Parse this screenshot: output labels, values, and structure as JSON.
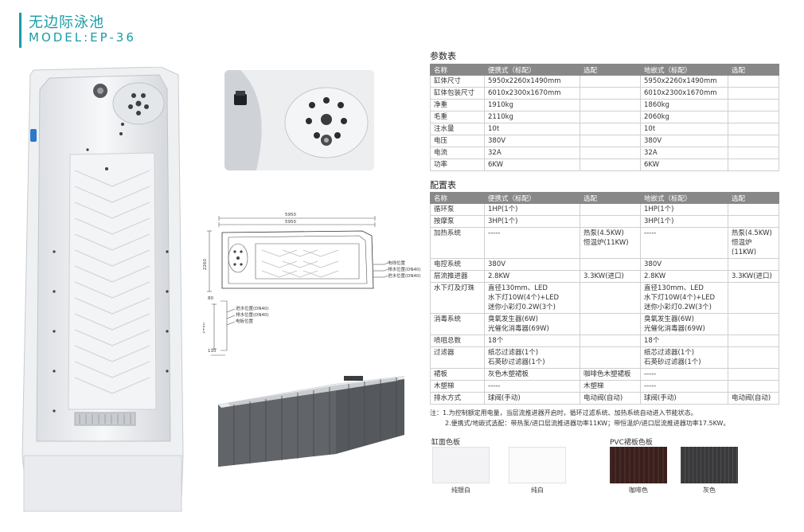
{
  "header": {
    "title": "无边际泳池",
    "model": "MODEL:EP-36"
  },
  "drawing": {
    "dim_length_a": "5950",
    "dim_length_b": "5950",
    "dim_width": "2260",
    "label_power": "电线位置",
    "label_drain_1": "排水位置(DN40)",
    "label_inlet_1": "进水位置(DN40)",
    "dim_top_small": "80",
    "label_inlet_2": "进水位置(DN40)",
    "label_drain_2": "排水位置(DN40)",
    "label_panel": "电板位置",
    "dim_height": "1490",
    "dim_bottom": "110"
  },
  "params": {
    "title": "参数表",
    "headers": [
      "名称",
      "便携式（标配）",
      "选配",
      "地嵌式（标配）",
      "选配"
    ],
    "rows": [
      [
        "缸体尺寸",
        "5950x2260x1490mm",
        "",
        "5950x2260x1490mm",
        ""
      ],
      [
        "缸体包装尺寸",
        "6010x2300x1670mm",
        "",
        "6010x2300x1670mm",
        ""
      ],
      [
        "净重",
        "1910kg",
        "",
        "1860kg",
        ""
      ],
      [
        "毛重",
        "2110kg",
        "",
        "2060kg",
        ""
      ],
      [
        "注水量",
        "10t",
        "",
        "10t",
        ""
      ],
      [
        "电压",
        "380V",
        "",
        "380V",
        ""
      ],
      [
        "电流",
        "32A",
        "",
        "32A",
        ""
      ],
      [
        "功率",
        "6KW",
        "",
        "6KW",
        ""
      ]
    ]
  },
  "config": {
    "title": "配置表",
    "headers": [
      "名称",
      "便携式（标配）",
      "选配",
      "地嵌式（标配）",
      "选配"
    ],
    "rows": [
      [
        "循环泵",
        "1HP(1个)",
        "",
        "1HP(1个)",
        ""
      ],
      [
        "按摩泵",
        "3HP(1个)",
        "",
        "3HP(1个)",
        ""
      ],
      [
        "加热系统",
        "-----",
        "热泵(4.5KW)\n恒温炉(11KW)",
        "-----",
        "热泵(4.5KW)\n恒温炉(11KW)"
      ],
      [
        "电控系统",
        "380V",
        "",
        "380V",
        ""
      ],
      [
        "层流推进器",
        "2.8KW",
        "3.3KW(进口)",
        "2.8KW",
        "3.3KW(进口)"
      ],
      [
        "水下灯及灯珠",
        "直径130mm、LED\n水下灯10W(4个)+LED\n迷你小彩灯0.2W(3个)",
        "",
        "直径130mm、LED\n水下灯10W(4个)+LED\n迷你小彩灯0.2W(3个)",
        ""
      ],
      [
        "消毒系统",
        "臭氧发生器(6W)\n光催化消毒器(69W)",
        "",
        "臭氧发生器(6W)\n光催化消毒器(69W)",
        ""
      ],
      [
        "喷咀总数",
        "18个",
        "",
        "18个",
        ""
      ],
      [
        "过滤器",
        "纸芯过滤器(1个)\n石英砂过滤器(1个)",
        "",
        "纸芯过滤器(1个)\n石英砂过滤器(1个)",
        ""
      ],
      [
        "裙板",
        "灰色木塑裙板",
        "咖啡色木塑裙板",
        "-----",
        ""
      ],
      [
        "木塑梯",
        "-----",
        "木塑梯",
        "-----",
        ""
      ],
      [
        "排水方式",
        "球阀(手动)",
        "电动阀(自动)",
        "球阀(手动)",
        "电动阀(自动)"
      ]
    ]
  },
  "notes": {
    "line1": "注：1.为控制额定用电量，当层流推进器开启时，循环过滤系统、加热系统自动进入节能状态。",
    "line2": "2.便携式/地嵌式选配：带热泵/进口层流推进器功率11KW；带恒温炉/进口层流推进器功率17.5KW。"
  },
  "swatches": {
    "shell_title": "缸面色板",
    "skirt_title": "PVC裙板色板",
    "items": [
      {
        "label": "纯银白",
        "color": "#f3f3f5"
      },
      {
        "label": "纯白",
        "color": "#fbfbfb"
      },
      {
        "label": "咖啡色",
        "color": "#3b1f1c"
      },
      {
        "label": "灰色",
        "color": "#3a3a3c"
      }
    ]
  }
}
